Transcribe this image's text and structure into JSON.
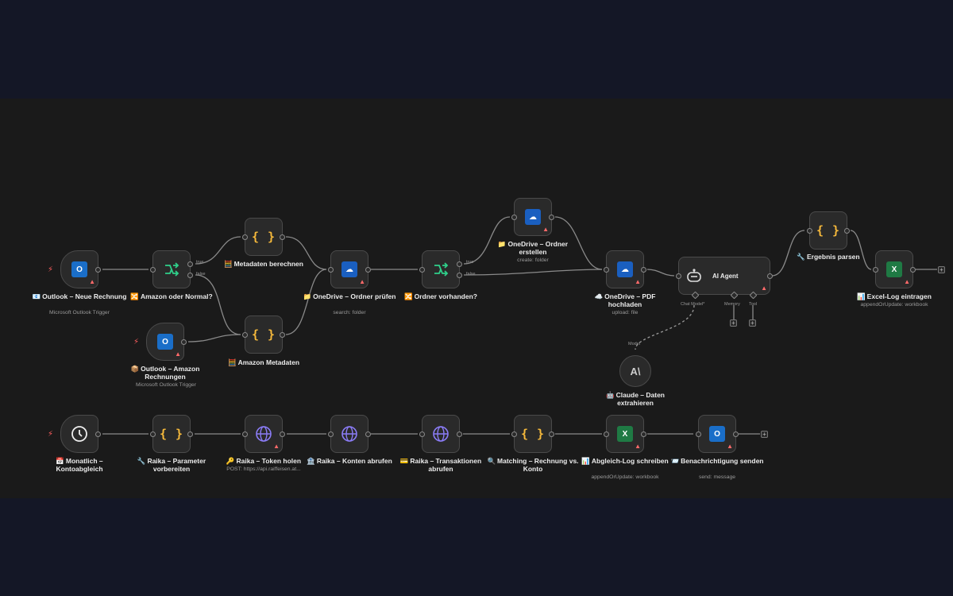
{
  "workflow": {
    "nodes": {
      "outlook_neue": {
        "label": "Outlook – Neue Rechnung",
        "icon": "📧",
        "subtitle": "Microsoft Outlook Trigger"
      },
      "amazon_oder": {
        "label": "Amazon oder Normal?",
        "icon": "🔀",
        "true_label": "true",
        "false_label": "false"
      },
      "metadaten": {
        "label": "Metadaten berechnen",
        "icon": "🧮"
      },
      "outlook_amazon": {
        "label": "Outlook – Amazon Rechnungen",
        "icon": "📦",
        "subtitle": "Microsoft Outlook Trigger"
      },
      "amazon_meta": {
        "label": "Amazon Metadaten",
        "icon": "🧮"
      },
      "onedrive_pruefen": {
        "label": "OneDrive – Ordner prüfen",
        "icon": "📁",
        "subtitle": "search: folder"
      },
      "ordner_vorhanden": {
        "label": "Ordner vorhanden?",
        "icon": "🔀",
        "true_label": "true",
        "false_label": "false"
      },
      "onedrive_erstellen": {
        "label": "OneDrive – Ordner erstellen",
        "icon": "📁",
        "subtitle": "create: folder"
      },
      "onedrive_pdf": {
        "label": "OneDrive – PDF hochladen",
        "icon": "☁️",
        "subtitle": "upload: file"
      },
      "ai_agent": {
        "label": "AI Agent",
        "chat_model": "Chat Model*",
        "memory": "Memory",
        "tool": "Tool"
      },
      "claude": {
        "label": "Claude – Daten extrahieren",
        "icon": "🤖",
        "model_label": "Model",
        "logo_text": "A\\"
      },
      "ergebnis": {
        "label": "Ergebnis parsen",
        "icon": "🔧"
      },
      "excel_log": {
        "label": "Excel-Log eintragen",
        "icon": "📊",
        "subtitle": "appendOrUpdate: workbook"
      },
      "monatlich": {
        "label": "Monatlich – Kontoabgleich",
        "icon": "📅"
      },
      "raika_param": {
        "label": "Raika – Parameter vorbereiten",
        "icon": "🔧"
      },
      "raika_token": {
        "label": "Raika – Token holen",
        "icon": "🔑",
        "subtitle": "POST: https://api.raiffeisen.at..."
      },
      "raika_konten": {
        "label": "Raika – Konten abrufen",
        "icon": "🏦"
      },
      "raika_trans": {
        "label": "Raika – Transaktionen abrufen",
        "icon": "💳"
      },
      "matching": {
        "label": "Matching – Rechnung vs. Konto",
        "icon": "🔍"
      },
      "abgleich": {
        "label": "Abgleich-Log schreiben",
        "icon": "📊",
        "subtitle": "appendOrUpdate: workbook"
      },
      "benachrichtigung": {
        "label": "Benachrichtigung senden",
        "icon": "📨",
        "subtitle": "send: message"
      }
    },
    "icons": {
      "code": "{ }",
      "plus": "+",
      "warning": "▲",
      "bolt": "⚡",
      "outlook_letter": "O",
      "excel_letter": "X"
    },
    "colors": {
      "background": "#141726",
      "canvas": "#1a1a1a",
      "node": "#2a2a2a",
      "braces": "#f6b93b",
      "if_green": "#2fd08a",
      "http_purple": "#8b7cf6",
      "warning": "#ff6a6a"
    }
  }
}
